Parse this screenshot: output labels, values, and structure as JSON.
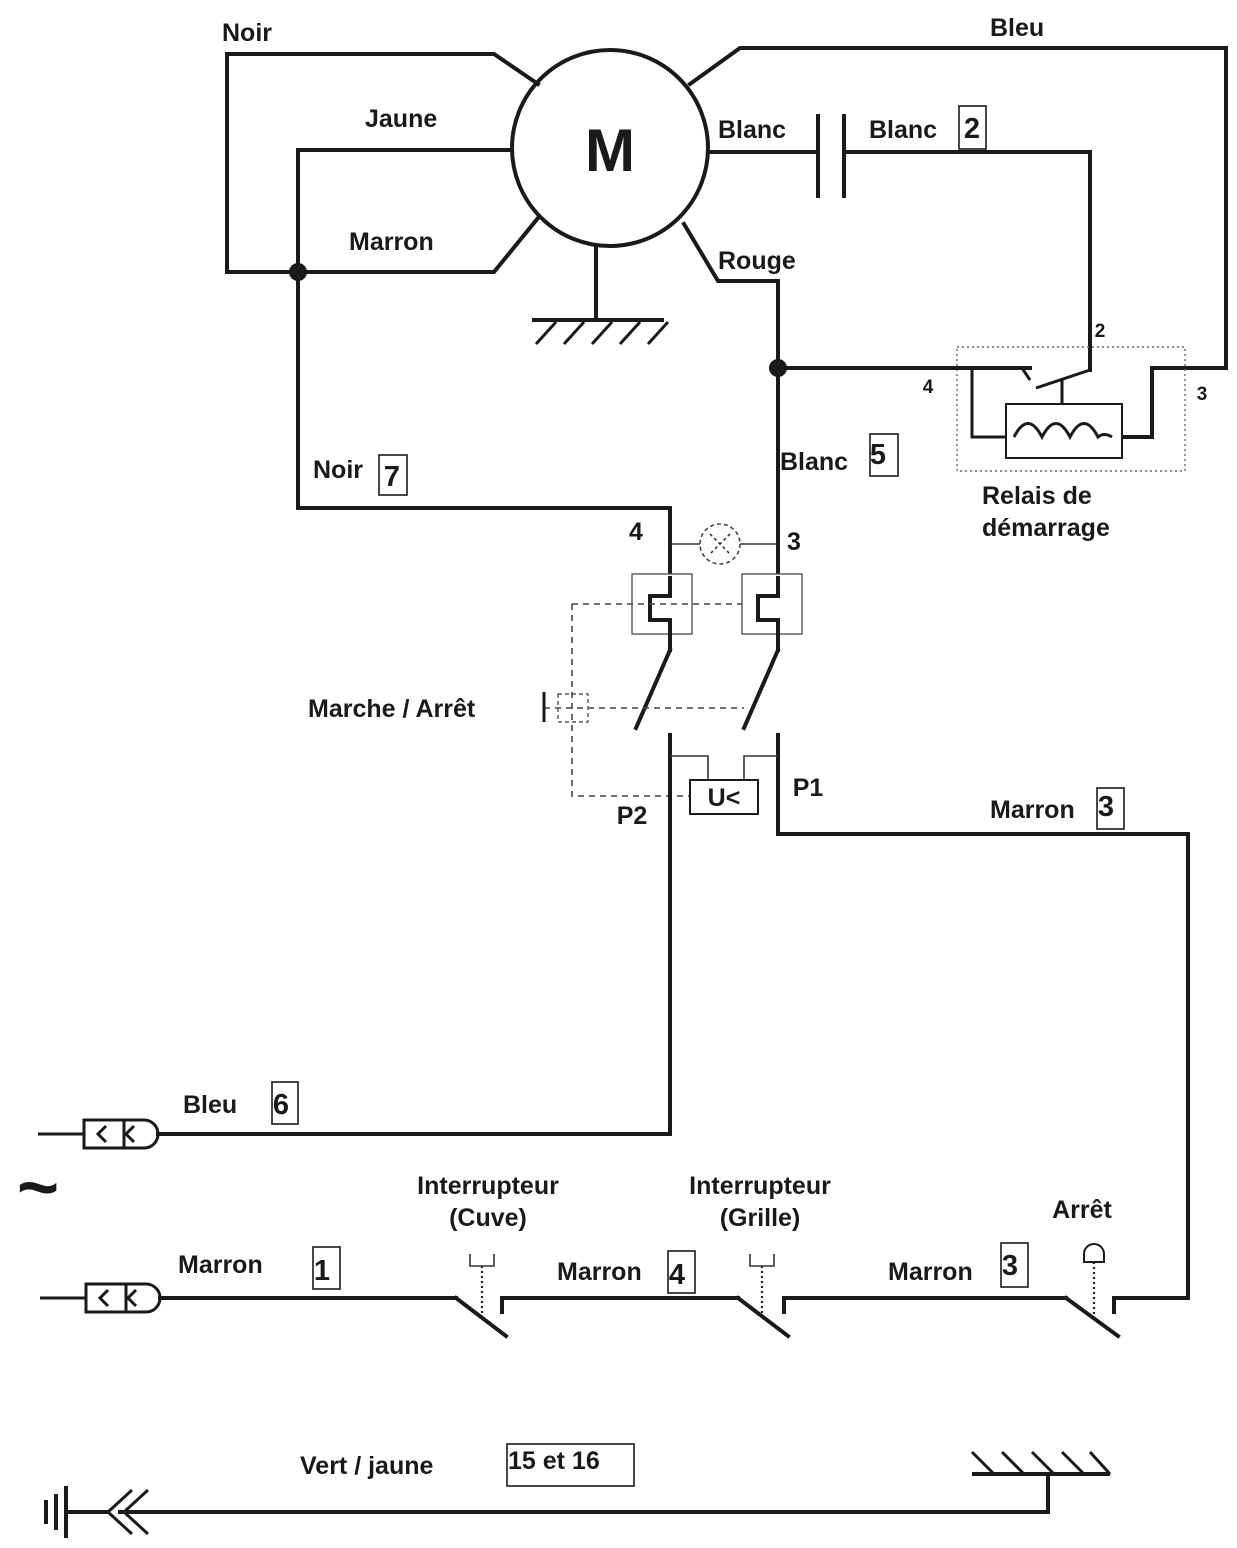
{
  "motor": {
    "label": "M"
  },
  "wires": {
    "noir_top": "Noir",
    "jaune": "Jaune",
    "marron_motor": "Marron",
    "bleu_top": "Bleu",
    "blanc_left": "Blanc",
    "blanc_right": "Blanc",
    "rouge": "Rouge",
    "noir_7": "Noir",
    "blanc_5": "Blanc",
    "bleu_6": "Bleu",
    "marron_3_right": "Marron",
    "marron_1": "Marron",
    "marron_4": "Marron",
    "marron_3_bottom": "Marron",
    "vert_jaune": "Vert / jaune"
  },
  "tags": {
    "t2": "2",
    "t5": "5",
    "t7": "7",
    "t6": "6",
    "t3a": "3",
    "t1": "1",
    "t4": "4",
    "t3b": "3",
    "t1516": "15 et 16"
  },
  "relay": {
    "title_line1": "Relais de",
    "title_line2": "démarrage",
    "pin2": "2",
    "pin3": "3",
    "pin4": "4"
  },
  "switch": {
    "pin4": "4",
    "pin3": "3",
    "label": "Marche / Arrêt",
    "undervoltage": "U<",
    "p1": "P1",
    "p2": "P2"
  },
  "bottom_switches": {
    "cuve_line1": "Interrupteur",
    "cuve_line2": "(Cuve)",
    "grille_line1": "Interrupteur",
    "grille_line2": "(Grille)",
    "arret": "Arrêt"
  },
  "supply": {
    "symbol": "~"
  }
}
